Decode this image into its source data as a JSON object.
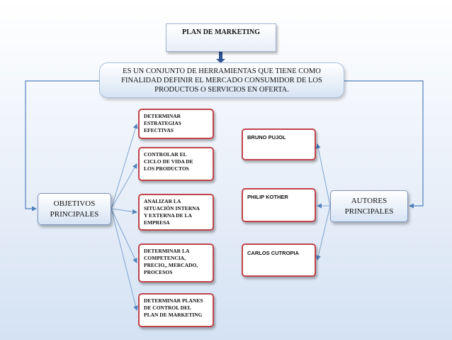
{
  "title": "PLAN DE MARKETING",
  "definition": "ES UN CONJUNTO DE HERRAMIENTAS QUE TIENE COMO\nFINALIDAD DEFINIR EL MERCADO CONSUMIDOR DE LOS\nPRODUCTOS O SERVICIOS EN OFERTA.",
  "objectives_label": "OBJETIVOS\nPRINCIPALES",
  "authors_label": "AUTORES\nPRINCIPALES",
  "objectives": [
    "DETERMINAR\nESTRATEGIAS\nEFECTIVAS",
    "CONTROLAR  EL\nCICLO DE VIDA DE\nLOS PRODUCTOS",
    "ANALIZAR LA\nSITUACIÓN INTERNA\nY EXTERNA DE LA\nEMPRESA",
    "DETERMINAR LA\nCOMPETENCIA,\nPRECIO,, MERCADO,\nPROCESOS",
    "DETERMINAR PLANES\nDE CONTROL DEL\nPLAN DE MARKETING"
  ],
  "authors": [
    "BRUNO PUJOL",
    "PHILIP KOTHER",
    "CARLOS CUTROPIA"
  ],
  "colors": {
    "arrow_blue": "#4f81bd",
    "box_red_border": "#c0444c",
    "connector": "#7fa3cf"
  }
}
